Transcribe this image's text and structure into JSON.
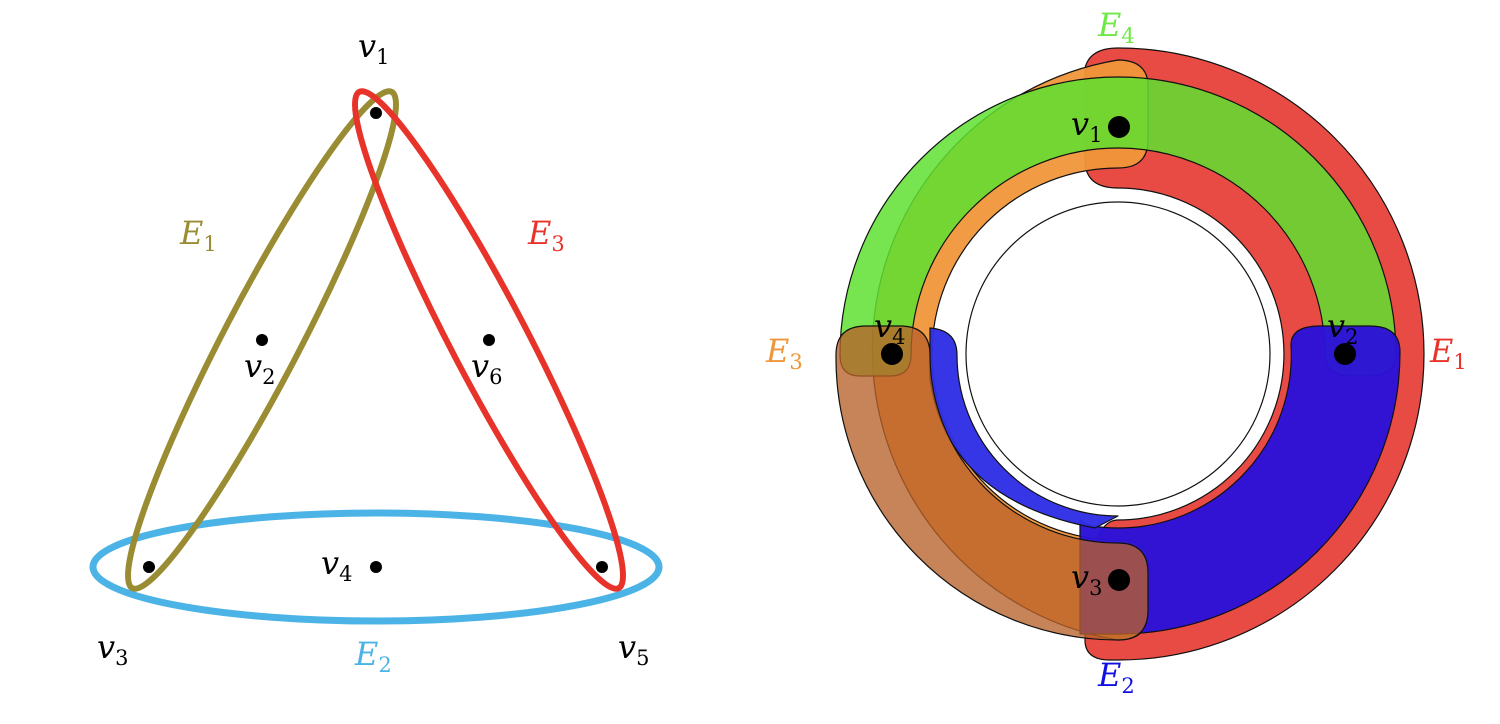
{
  "colors": {
    "olive": "#9a8c33",
    "red": "#e8332a",
    "sky": "#4cb3e6",
    "green": "#6ee845",
    "blue": "#2f2fe6",
    "orange": "#f0963a",
    "blue_label": "#1010e0",
    "green_label": "#6ee845",
    "red_label": "#e8332a",
    "orange_label": "#f0963a",
    "olive_label": "#9a8c33",
    "sky_label": "#4cb3e6"
  },
  "left_graph": {
    "vertices": [
      {
        "id": "v1",
        "base": "v",
        "sub": "1"
      },
      {
        "id": "v2",
        "base": "v",
        "sub": "2"
      },
      {
        "id": "v3",
        "base": "v",
        "sub": "3"
      },
      {
        "id": "v4",
        "base": "v",
        "sub": "4"
      },
      {
        "id": "v5",
        "base": "v",
        "sub": "5"
      },
      {
        "id": "v6",
        "base": "v",
        "sub": "6"
      }
    ],
    "edges": [
      {
        "id": "E1",
        "base": "E",
        "sub": "1",
        "color": "#9a8c33"
      },
      {
        "id": "E2",
        "base": "E",
        "sub": "2",
        "color": "#4cb3e6"
      },
      {
        "id": "E3",
        "base": "E",
        "sub": "3",
        "color": "#e8332a"
      }
    ]
  },
  "right_graph": {
    "vertices": [
      {
        "id": "v1",
        "base": "v",
        "sub": "1"
      },
      {
        "id": "v2",
        "base": "v",
        "sub": "2"
      },
      {
        "id": "v3",
        "base": "v",
        "sub": "3"
      },
      {
        "id": "v4",
        "base": "v",
        "sub": "4"
      }
    ],
    "edges": [
      {
        "id": "E1",
        "base": "E",
        "sub": "1",
        "color": "#e8332a"
      },
      {
        "id": "E2",
        "base": "E",
        "sub": "2",
        "color": "#1010e0"
      },
      {
        "id": "E3",
        "base": "E",
        "sub": "3",
        "color": "#f0963a"
      },
      {
        "id": "E4",
        "base": "E",
        "sub": "4",
        "color": "#6ee845"
      }
    ]
  }
}
